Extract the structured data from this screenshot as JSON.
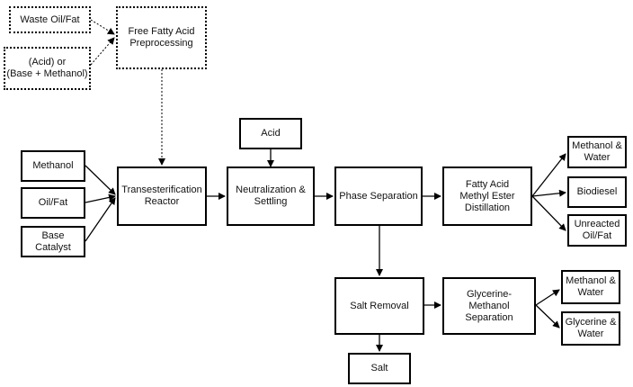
{
  "nodes": {
    "waste_oil": "Waste Oil/Fat",
    "acid_or_base": "(Acid) or\n(Base + Methanol)",
    "ffa_preprocessing": "Free Fatty Acid\nPreprocessing",
    "methanol": "Methanol",
    "oil_fat": "Oil/Fat",
    "base_catalyst": "Base\nCatalyst",
    "transesterification": "Transesterification\nReactor",
    "acid": "Acid",
    "neutralization": "Neutralization &\nSettling",
    "phase_separation": "Phase Separation",
    "fame_distillation": "Fatty Acid\nMethyl Ester\nDistillation",
    "methanol_water_1": "Methanol &\nWater",
    "biodiesel": "Biodiesel",
    "unreacted_oil": "Unreacted\nOil/Fat",
    "salt_removal": "Salt Removal",
    "glycerine_methanol_sep": "Glycerine-\nMethanol\nSeparation",
    "methanol_water_2": "Methanol &\nWater",
    "glycerine_water": "Glycerine &\nWater",
    "salt": "Salt"
  }
}
